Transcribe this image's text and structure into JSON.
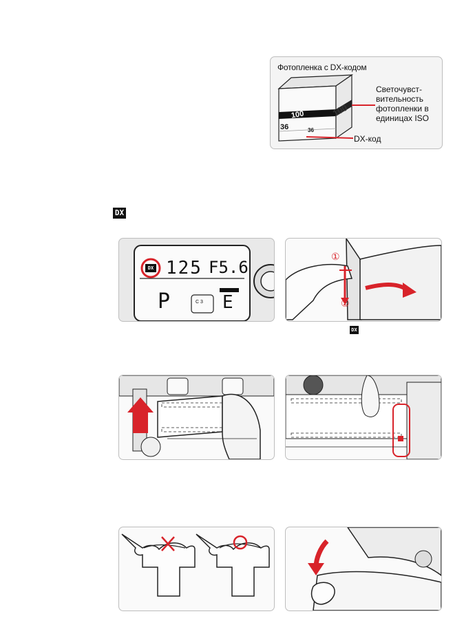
{
  "dx_box": {
    "title": "Фотопленка с DX-кодом",
    "iso_label_lines": [
      "Светочувст-",
      "вительность",
      "фотопленки в",
      "единицах ISO"
    ],
    "dx_label": "DX-код",
    "film_speed": "100",
    "exposures": "36",
    "exposures_small": "36"
  },
  "dx_symbol": "DX",
  "lcd": {
    "dx_badge": "DX",
    "shutter": "125",
    "aperture": "F5.6",
    "mode": "P",
    "film_indicator": "E",
    "center_box": "C 3"
  },
  "back_cover": {
    "step1": "①",
    "step2": "②"
  },
  "dx_symbol_small": "DX",
  "colors": {
    "accent_red": "#d8232a",
    "panel_bg": "#f3f3f3",
    "line": "#222222"
  }
}
